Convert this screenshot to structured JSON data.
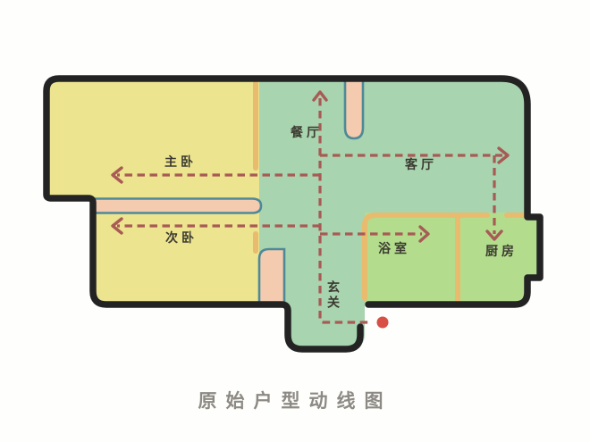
{
  "title": "原始户型动线图",
  "rooms": {
    "master_bedroom": "主卧",
    "second_bedroom": "次卧",
    "dining": "餐厅",
    "living": "客厅",
    "bathroom": "浴室",
    "kitchen": "厨房",
    "entry": "玄关"
  },
  "colors": {
    "background": "#fefefc",
    "outer_wall": "#232323",
    "inner_wall": "#e9bb6e",
    "bedroom_fill": "#ece48f",
    "living_fill": "#a8d4af",
    "kitchen_fill": "#b3dd8d",
    "door_fill": "#f4cbae",
    "door_stroke": "#4e8998",
    "flow_line": "#a85a55",
    "entry_dot": "#d84f45",
    "label": "#3c3a31",
    "title_color": "#8d8a84"
  }
}
